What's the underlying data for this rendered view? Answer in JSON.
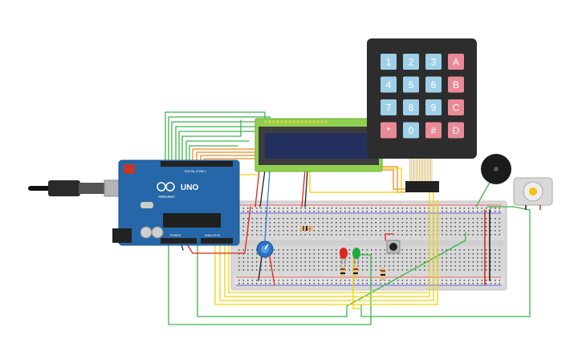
{
  "arduino": {
    "model_label": "UNO",
    "brand_label": "ARDUINO",
    "digital_header_label": "DIGITAL (PWM~)",
    "power_header_label": "POWER",
    "analog_header_label": "ANALOG IN"
  },
  "keypad": {
    "rows": [
      [
        "1",
        "2",
        "3",
        "A"
      ],
      [
        "4",
        "5",
        "6",
        "B"
      ],
      [
        "7",
        "8",
        "9",
        "C"
      ],
      [
        "*",
        "0",
        "#",
        "D"
      ]
    ],
    "key_colors": {
      "digit": "#9fd0e8",
      "letter": "#e98a96",
      "symbol": "#e98a96"
    }
  },
  "lcd": {
    "screen_color": "#23305e",
    "bezel_color": "#8fd14f"
  },
  "components": {
    "leds": [
      "red",
      "green"
    ],
    "potentiometer": "blue",
    "buzzer": "black",
    "motor": "dc-motor",
    "pushbutton": "black"
  },
  "wire_colors": {
    "green": "#3cb54a",
    "yellow": "#f0d200",
    "orange": "#f08a1c",
    "red": "#e2231a",
    "black": "#222222",
    "blue": "#3a78d8"
  },
  "board_color": "#2567a8"
}
